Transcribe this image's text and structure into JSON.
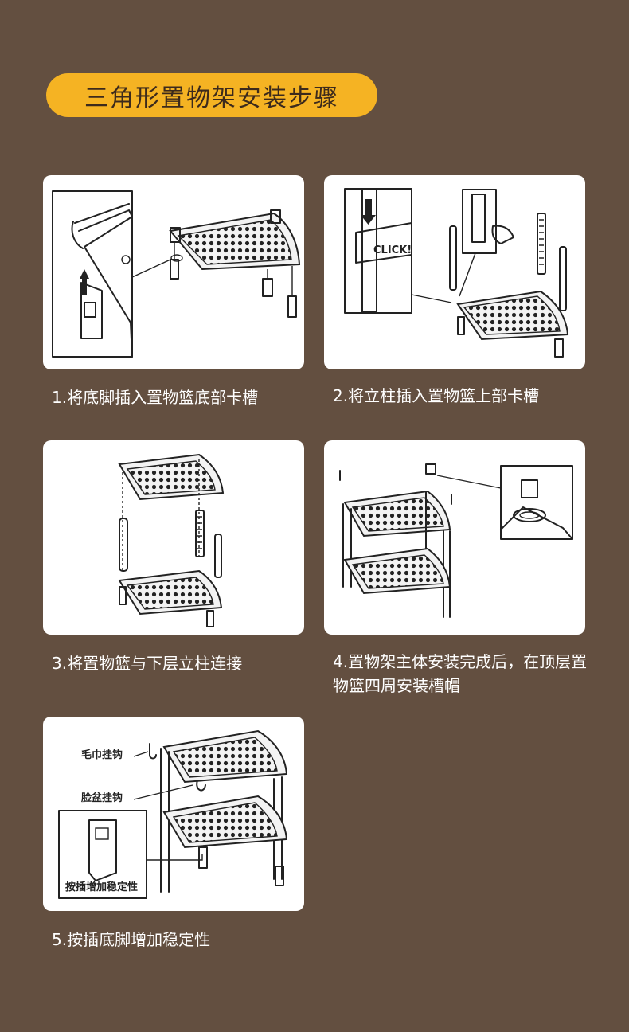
{
  "title": "三角形置物架安装步骤",
  "colors": {
    "background": "#634f40",
    "accent": "#f5b323",
    "card": "#ffffff"
  },
  "steps": [
    {
      "caption": "1.将底脚插入置物篮底部卡槽",
      "illustration": "foot-insert"
    },
    {
      "caption": "2.将立柱插入置物篮上部卡槽",
      "illustration": "pillar-insert",
      "label": "CLICK!"
    },
    {
      "caption": "3.将置物篮与下层立柱连接",
      "illustration": "basket-connect"
    },
    {
      "caption": "4.置物架主体安装完成后，在顶层置物篮四周安装槽帽",
      "illustration": "cap-install"
    },
    {
      "caption": "5.按插底脚增加稳定性",
      "illustration": "hooks-feet",
      "labels": {
        "towel_hook": "毛巾挂钩",
        "basin_hook": "脸盆挂钩",
        "foot_note": "按插增加稳定性"
      }
    }
  ]
}
